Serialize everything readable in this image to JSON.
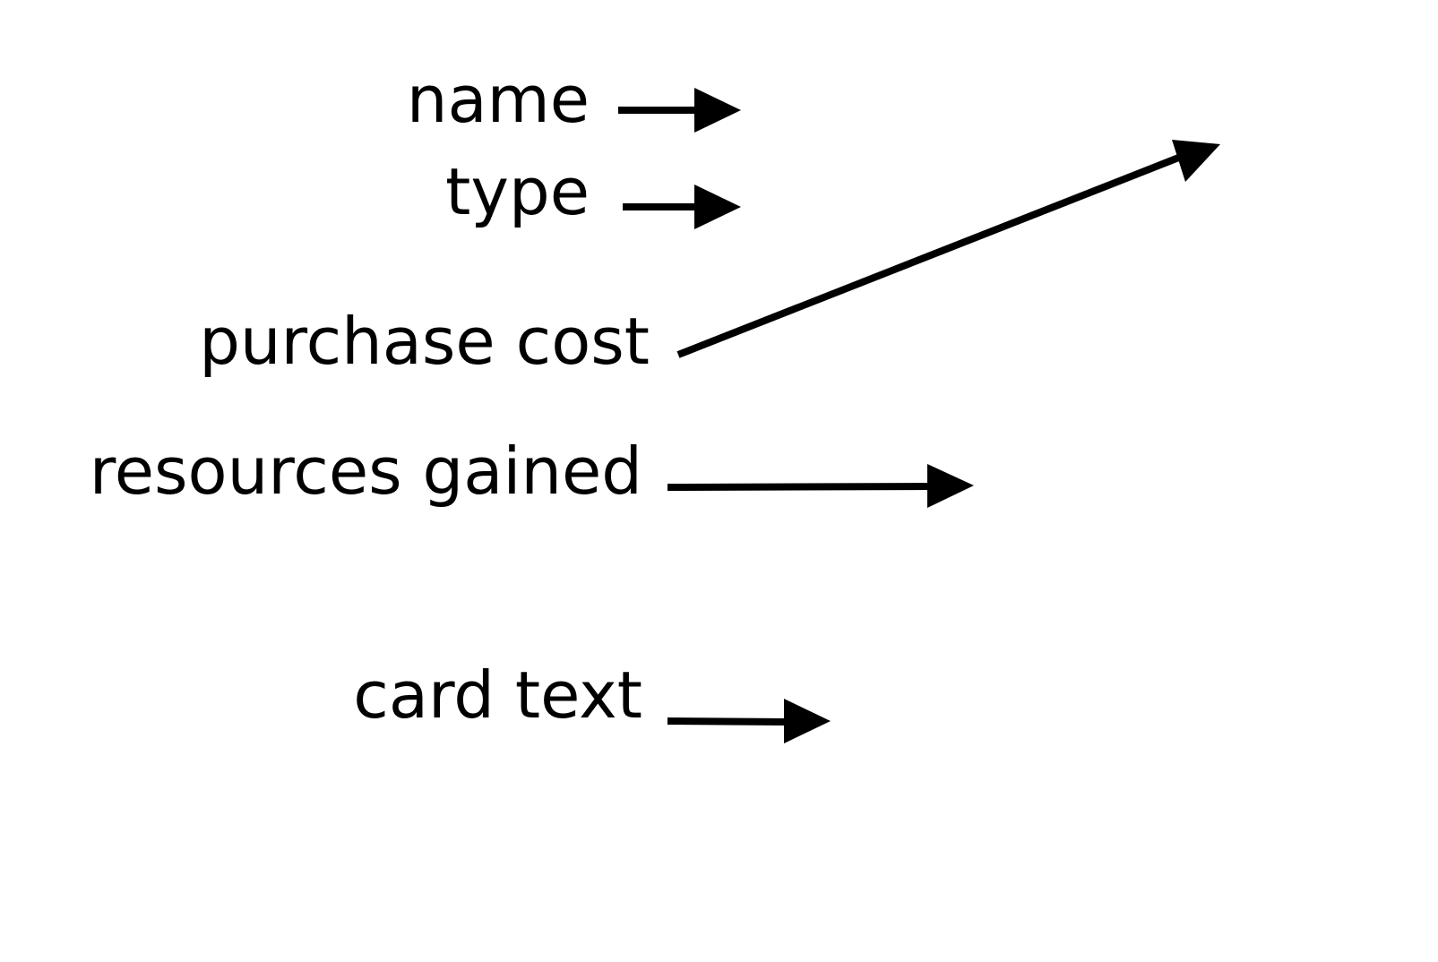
{
  "diagram": {
    "labels": {
      "name": "name",
      "type": "type",
      "purchase_cost": "purchase cost",
      "resources_gained": "resources gained",
      "card_text": "card text"
    },
    "colors": {
      "text": "#000000",
      "arrow": "#000000",
      "background": "#ffffff"
    }
  }
}
